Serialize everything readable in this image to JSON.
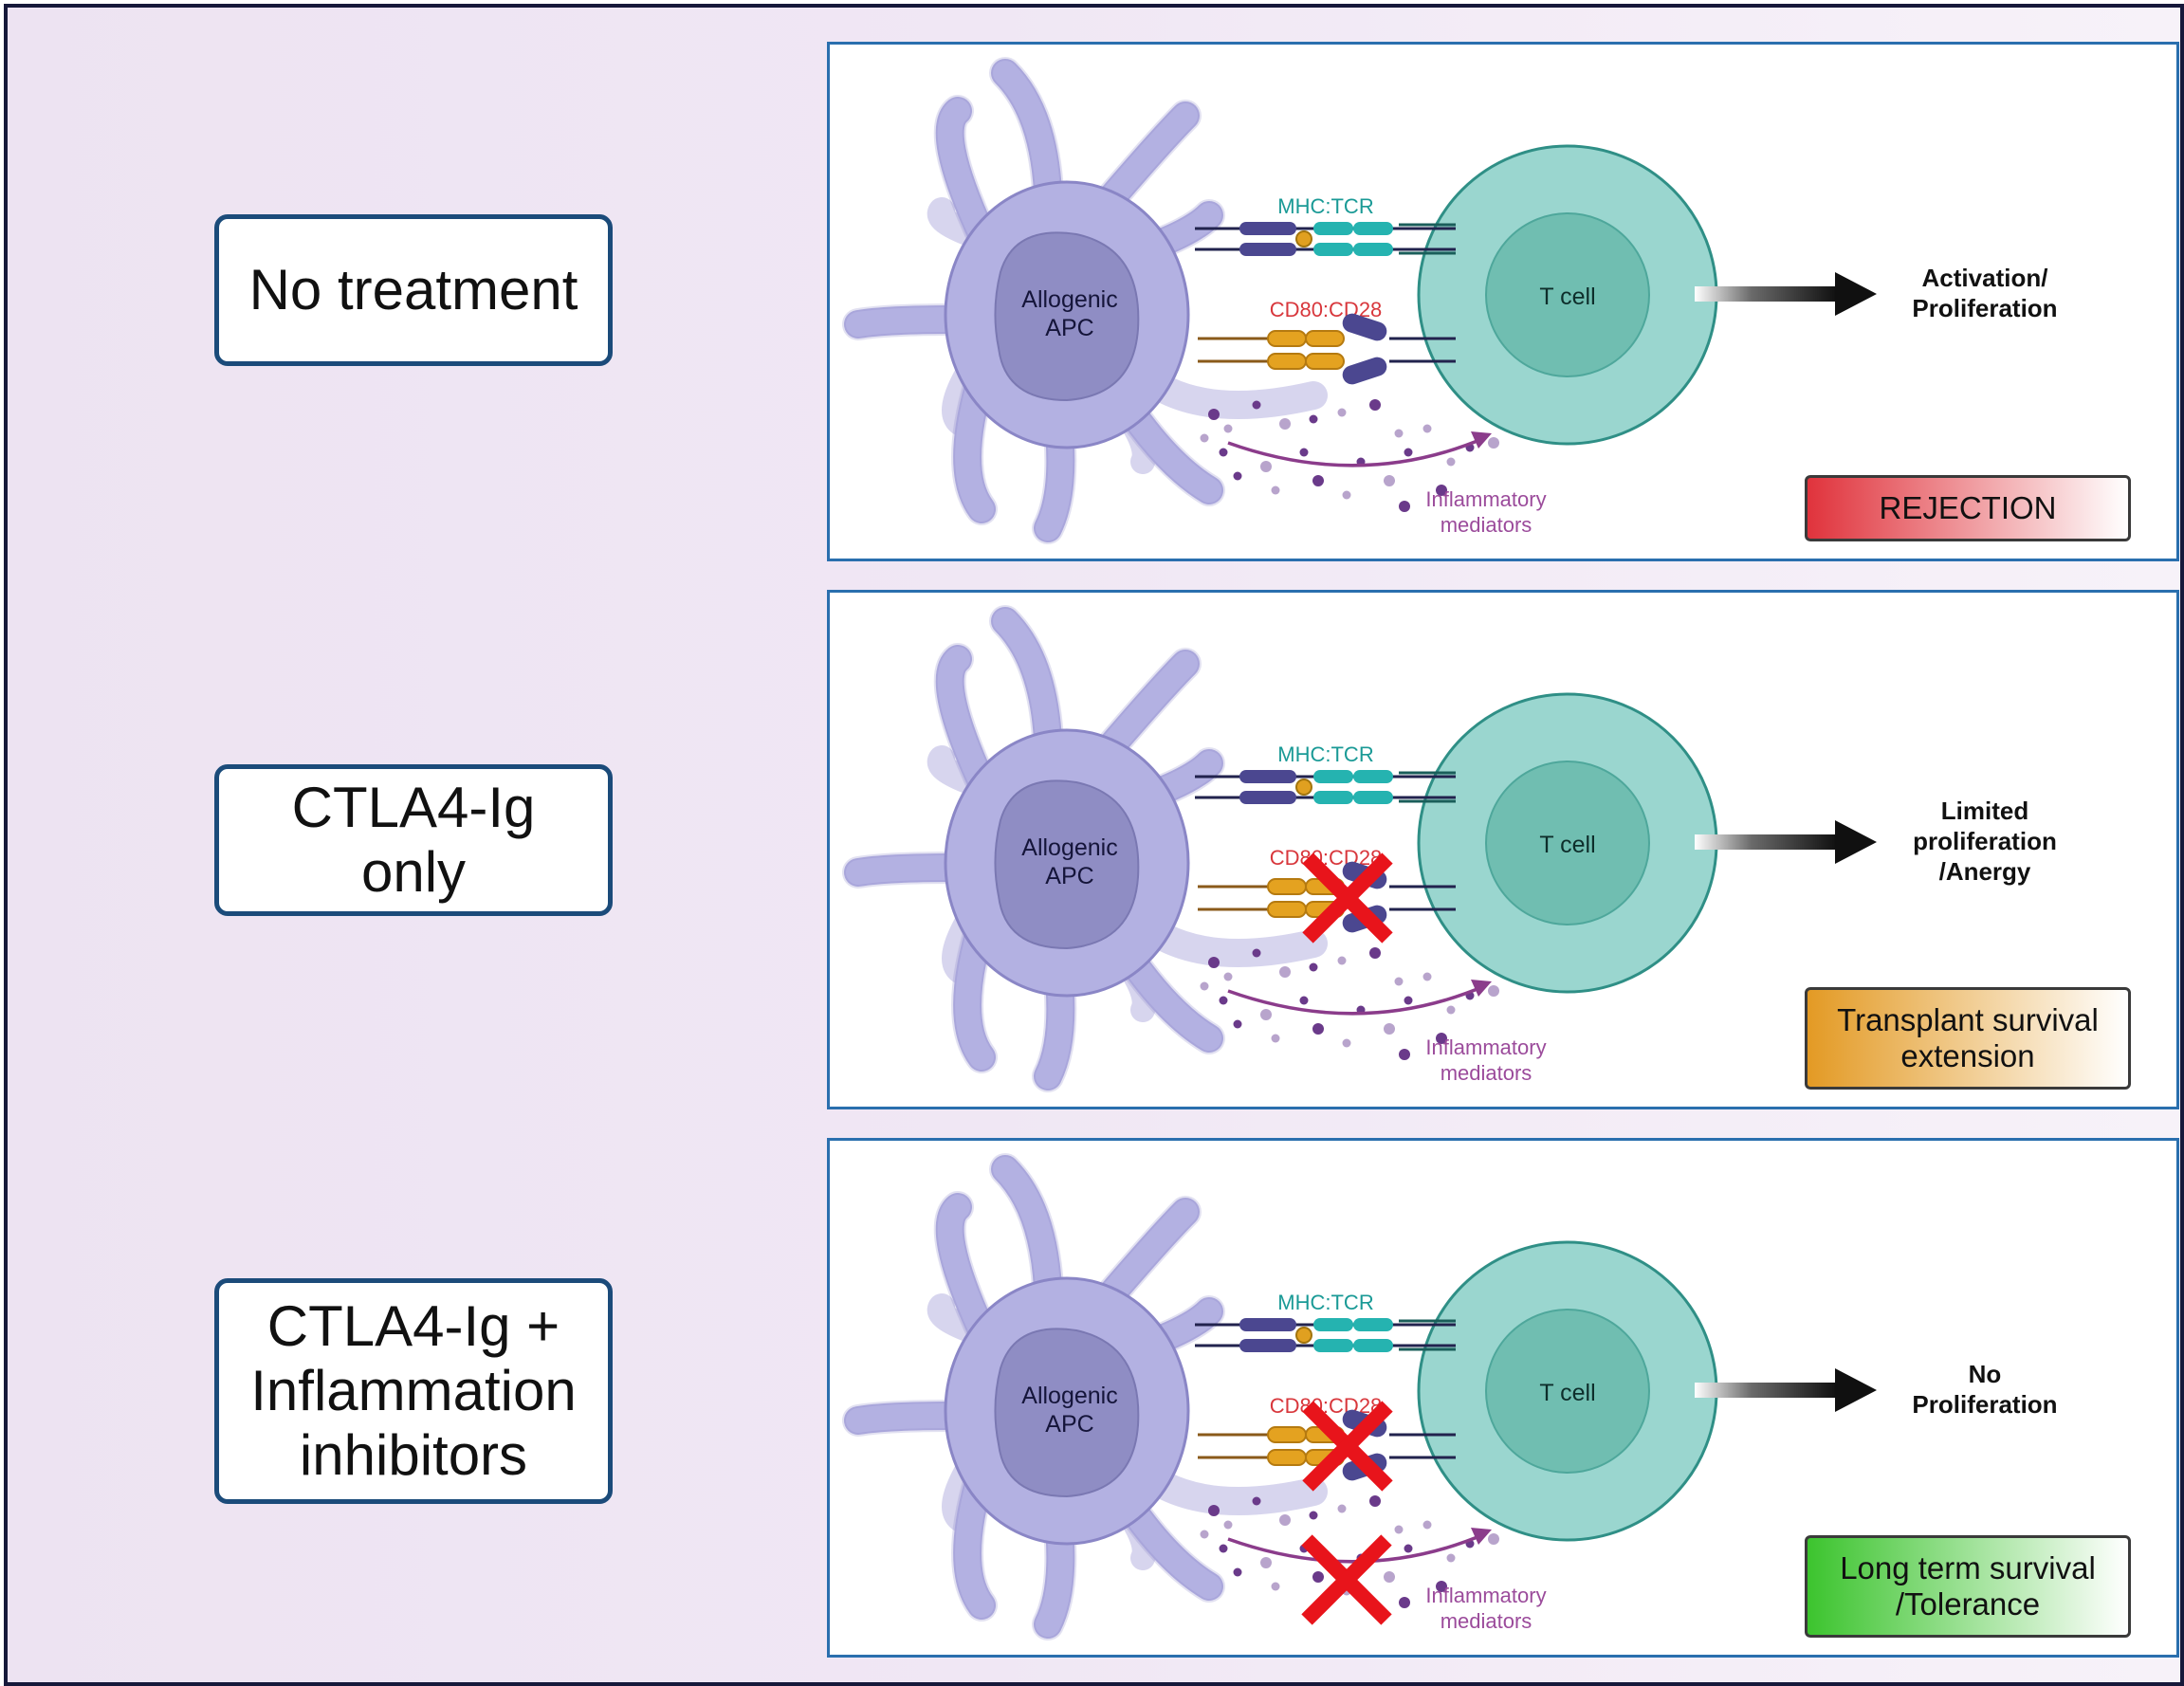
{
  "conditions": [
    {
      "label": "No treatment",
      "apc_label": "Allogenic\nAPC",
      "tcell_label": "T cell",
      "mhc_tcr_label": "MHC:TCR",
      "cd80_cd28_label": "CD80:CD28",
      "mediators_label": "Inflammatory\nmediators",
      "result_label": "Activation/\nProliferation",
      "outcome_label": "REJECTION",
      "outcome_color": "#e0333c",
      "cd28_blocked": false,
      "mediators_blocked": false
    },
    {
      "label": "CTLA4-Ig\nonly",
      "apc_label": "Allogenic\nAPC",
      "tcell_label": "T cell",
      "mhc_tcr_label": "MHC:TCR",
      "cd80_cd28_label": "CD80:CD28",
      "mediators_label": "Inflammatory\nmediators",
      "result_label": "Limited\nproliferation\n/Anergy",
      "outcome_label": "Transplant survival\nextension",
      "outcome_color": "#e39a24",
      "cd28_blocked": true,
      "mediators_blocked": false
    },
    {
      "label": "CTLA4-Ig +\nInflammation\ninhibitors",
      "apc_label": "Allogenic\nAPC",
      "tcell_label": "T cell",
      "mhc_tcr_label": "MHC:TCR",
      "cd80_cd28_label": "CD80:CD28",
      "mediators_label": "Inflammatory\nmediators",
      "result_label": "No\nProliferation",
      "outcome_label": "Long term survival\n/Tolerance",
      "outcome_color": "#3cc42e",
      "cd28_blocked": true,
      "mediators_blocked": true
    }
  ],
  "colors": {
    "frame_border": "#16183a",
    "box_border": "#1b4b7a",
    "panel_border": "#2a6fae",
    "apc_body": "#b3b1e2",
    "apc_nucleus": "#8f8dc4",
    "tcell_outer": "#9ad6cf",
    "tcell_inner": "#70beb1",
    "mhc_tcr_text": "#1a9a96",
    "cd80_cd28_text": "#d8373c",
    "mediator_text": "#9b4b9b",
    "block_x": "#e8141b"
  }
}
